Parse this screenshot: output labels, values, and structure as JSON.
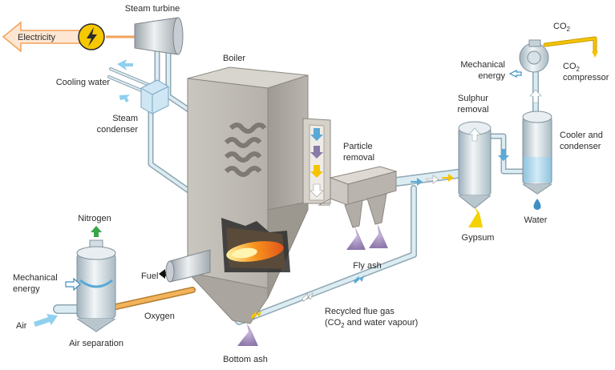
{
  "labels": {
    "electricity": "Electricity",
    "steam_turbine": "Steam turbine",
    "cooling_water": "Cooling water",
    "steam_condenser_1": "Steam",
    "steam_condenser_2": "condenser",
    "boiler": "Boiler",
    "particle_removal_1": "Particle",
    "particle_removal_2": "removal",
    "fly_ash": "Fly ash",
    "sulphur_removal_1": "Sulphur",
    "sulphur_removal_2": "removal",
    "gypsum": "Gypsum",
    "mechanical_energy_top_1": "Mechanical",
    "mechanical_energy_top_2": "energy",
    "co2_top": "CO",
    "co2_top_sub": "2",
    "co2_compressor_a": "CO",
    "co2_compressor_a_sub": "2",
    "co2_compressor_b": "compressor",
    "cooler_condenser_1": "Cooler and",
    "cooler_condenser_2": "condenser",
    "water": "Water",
    "nitrogen": "Nitrogen",
    "mechanical_energy_1": "Mechanical",
    "mechanical_energy_2": "energy",
    "air": "Air",
    "fuel": "Fuel",
    "oxygen": "Oxygen",
    "air_separation": "Air separation",
    "recycled_flue_gas_1": "Recycled flue gas",
    "recycled_flue_gas_2a": "(CO",
    "recycled_flue_gas_2_sub": "2",
    "recycled_flue_gas_2b": " and water vapour)",
    "bottom_ash": "Bottom ash"
  },
  "colors": {
    "metal_light": "#dfe3e6",
    "metal_mid": "#b9c0c6",
    "metal_dark": "#8d959c",
    "boiler_front": "#c9c6c0",
    "boiler_side": "#a9a59e",
    "pipe": "#cfe6f0",
    "pipe_outline": "#8fa7b2",
    "flame": "#f7941d",
    "ash": "#9a86b3",
    "gypsum": "#f4d200",
    "arrow_blue": "#5aa9d6",
    "arrow_yellow": "#f5c400",
    "arrow_green": "#3aa54a",
    "arrow_black": "#111111",
    "electricity_arrow": "#f3a25a",
    "icon_yellow": "#f6c800"
  },
  "icons": [
    "lightning-icon",
    "flame-icon"
  ]
}
